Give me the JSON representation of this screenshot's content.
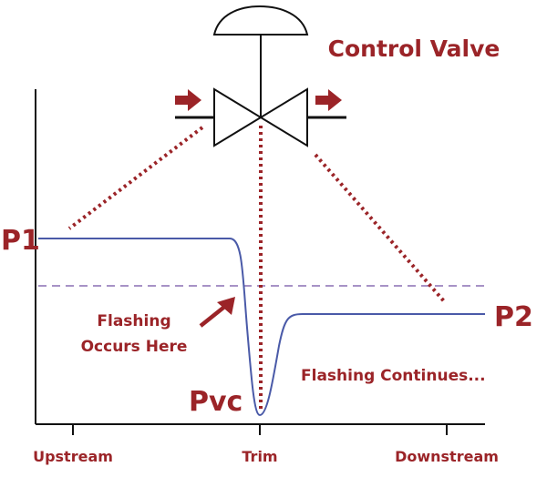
{
  "title": "Control Valve",
  "labels": {
    "p1": "P1",
    "p2": "P2",
    "pvc": "Pvc",
    "flashing_line1": "Flashing",
    "flashing_line2": "Occurs Here",
    "flashing_continues": "Flashing Continues..."
  },
  "axis": {
    "upstream": "Upstream",
    "trim": "Trim",
    "downstream": "Downstream"
  },
  "colors": {
    "accent": "#9b2428",
    "curve": "#4a5aa8",
    "vapor_line": "#8a6fb3",
    "line": "#111111"
  }
}
